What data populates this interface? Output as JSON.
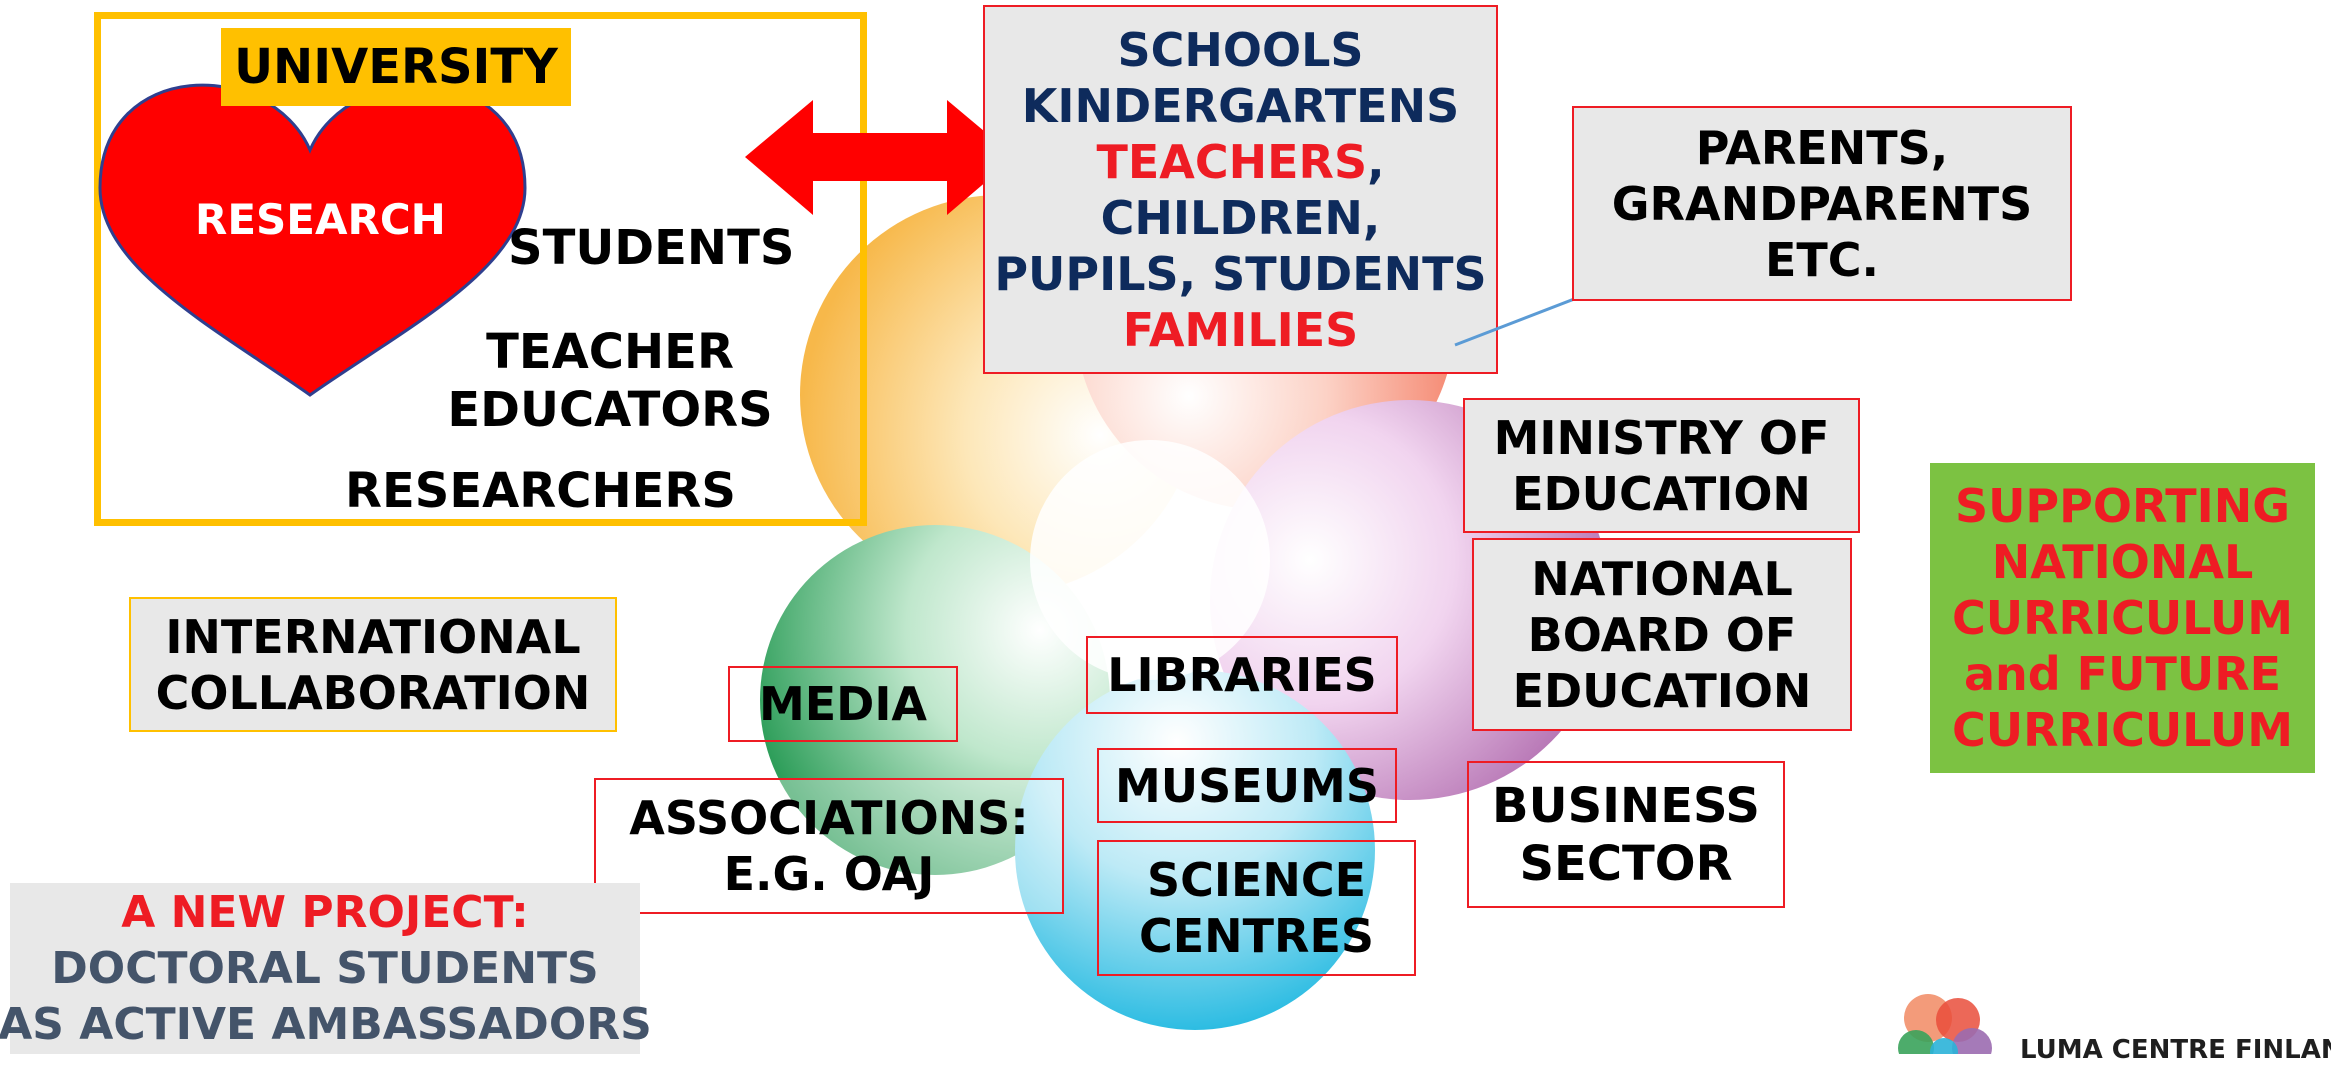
{
  "university": {
    "label": "UNIVERSITY",
    "heart_label": "RESEARCH",
    "students": "STUDENTS",
    "teacher_educators": [
      "TEACHER",
      "EDUCATORS"
    ],
    "researchers": "RESEARCHERS"
  },
  "schools_box": {
    "line1": "SCHOOLS",
    "line2": "KINDERGARTENS",
    "line3_red": "TEACHERS",
    "line3_suffix": ",",
    "line4": "CHILDREN,",
    "line5": "PUPILS, STUDENTS",
    "line6": "FAMILIES"
  },
  "parents_box": {
    "lines": [
      "PARENTS,",
      "GRANDPARENTS",
      "ETC."
    ]
  },
  "ministry_box": {
    "lines": [
      "MINISTRY OF",
      "EDUCATION"
    ]
  },
  "national_board_box": {
    "lines": [
      "NATIONAL",
      "BOARD OF",
      "EDUCATION"
    ]
  },
  "supporting_box": {
    "lines": [
      "SUPPORTING",
      "NATIONAL",
      "CURRICULUM",
      "and FUTURE",
      "CURRICULUM"
    ]
  },
  "international_box": {
    "lines": [
      "INTERNATIONAL",
      "COLLABORATION"
    ]
  },
  "media_box": {
    "label": "MEDIA"
  },
  "libraries_box": {
    "label": "LIBRARIES"
  },
  "museums_box": {
    "label": "MUSEUMS"
  },
  "science_box": {
    "lines": [
      "SCIENCE",
      "CENTRES"
    ]
  },
  "associations_box": {
    "lines": [
      "ASSOCIATIONS:",
      "E.G. OAJ"
    ]
  },
  "business_box": {
    "lines": [
      "BUSINESS",
      "SECTOR"
    ]
  },
  "project_box": {
    "title": "A NEW PROJECT:",
    "lines": [
      "DOCTORAL STUDENTS",
      "AS ACTIVE AMBASSADORS"
    ]
  },
  "logo": {
    "text": "LUMA CENTRE FINLAND"
  },
  "colors": {
    "red": "#ee1c24",
    "navy": "#0e2b5c",
    "university_gold": "#ffc000",
    "supporting_green": "#7cc242",
    "grey_fill": "#e8e8e8"
  }
}
